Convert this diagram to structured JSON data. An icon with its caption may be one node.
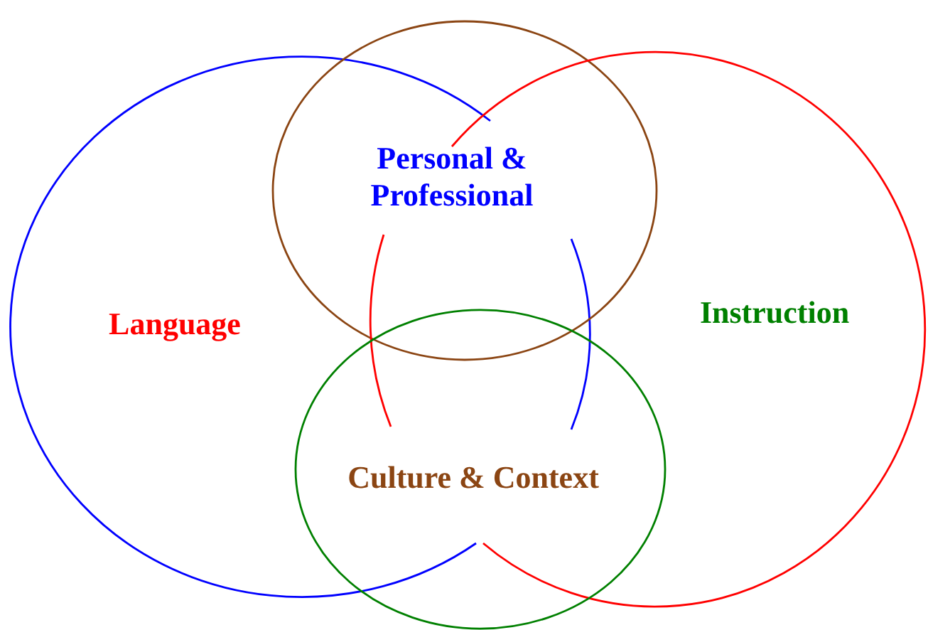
{
  "diagram": {
    "nodes": [
      {
        "text": [
          "Language"
        ]
      },
      {
        "text": [
          "Personal & Professional"
        ]
      },
      {
        "text": [
          "Instruction"
        ]
      },
      {
        "text": [
          "Culture & Context"
        ]
      }
    ]
  }
}
